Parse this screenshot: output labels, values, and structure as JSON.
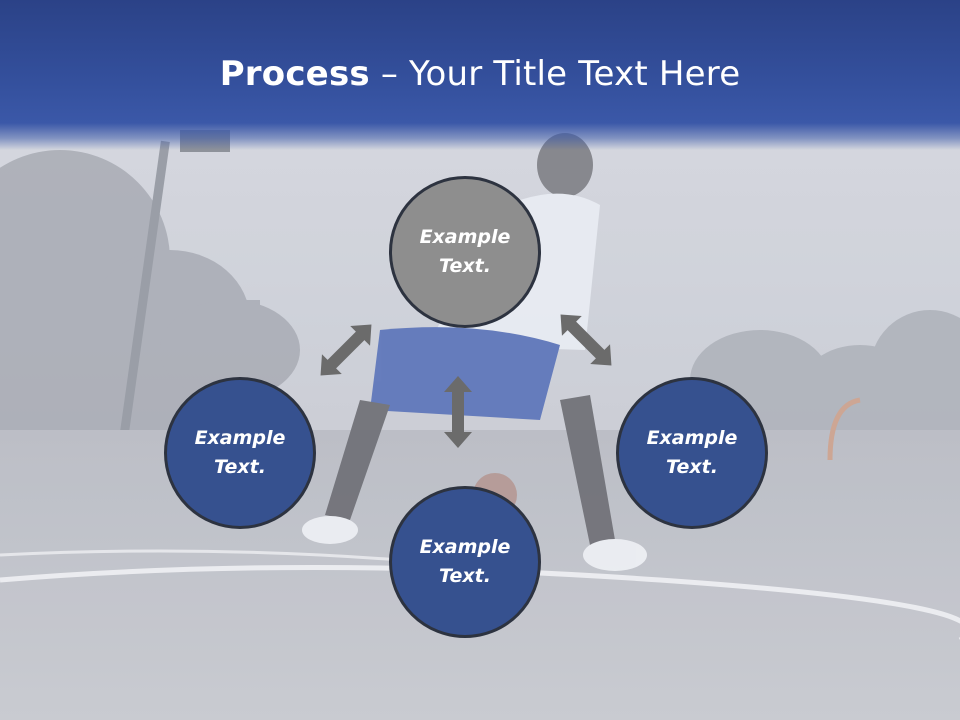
{
  "title": {
    "bold": "Process",
    "rest": " – Your Title Text Here"
  },
  "nodes": {
    "top": {
      "line1": "Example",
      "line2": "Text."
    },
    "left": {
      "line1": "Example",
      "line2": "Text."
    },
    "right": {
      "line1": "Example",
      "line2": "Text."
    },
    "bottom": {
      "line1": "Example",
      "line2": "Text."
    }
  },
  "colors": {
    "title_bar": "#34509d",
    "node_blue": "#36518f",
    "node_gray": "#8e8e8e",
    "arrow": "#6b6b6b"
  },
  "icons": [
    "double-arrow-icon"
  ]
}
